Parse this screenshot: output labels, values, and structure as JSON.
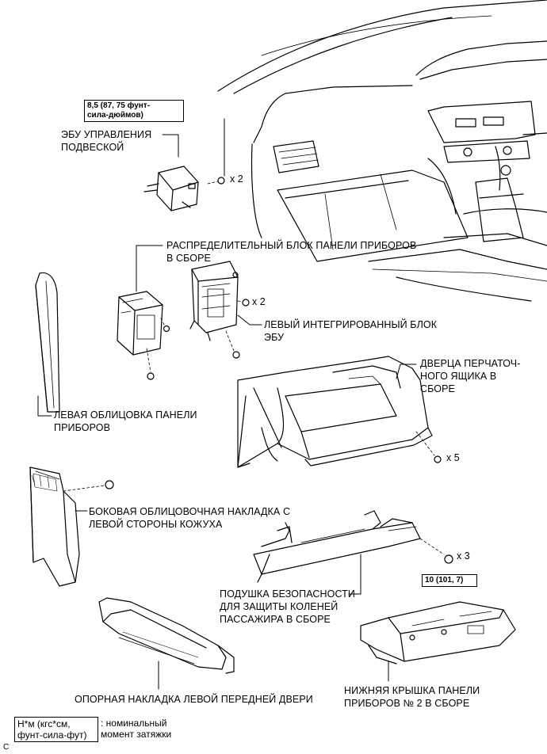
{
  "labels": {
    "suspension_ecu": "ЭБУ УПРАВЛЕНИЯ\nПОДВЕСКОЙ",
    "junction_block": "РАСПРЕДЕЛИТЕЛЬНЫЙ БЛОК ПАНЕЛИ ПРИБОРОВ\nВ СБОРЕ",
    "left_ecu": "ЛЕВЫЙ ИНТЕГРИРОВАННЫЙ БЛОК\nЭБУ",
    "glovebox_door": "ДВЕРЦА ПЕРЧАТОЧ-\nНОГО ЯЩИКА В\nСБОРЕ",
    "left_panel_trim": "ЛЕВАЯ ОБЛИЦОВКА ПАНЕЛИ\nПРИБОРОВ",
    "cowl_side_trim": "БОКОВАЯ ОБЛИЦОВОЧНАЯ НАКЛАДКА С\nЛЕВОЙ СТОРОНЫ КОЖУХА",
    "knee_airbag": "ПОДУШКА БЕЗОПАСНОСТИ\nДЛЯ ЗАЩИТЫ КОЛЕНЕЙ\nПАССАЖИРА В СБОРЕ",
    "scuff_plate": "ОПОРНАЯ НАКЛАДКА ЛЕВОЙ ПЕРЕДНЕЙ ДВЕРИ",
    "lower_cover": "НИЖНЯЯ КРЫШКА ПАНЕЛИ\nПРИБОРОВ № 2 В СБОРЕ"
  },
  "quantities": {
    "ecu_screws": "x 2",
    "ecu_block_screws": "x 2",
    "glovebox_screws": "x 5",
    "airbag_bolts": "x 3"
  },
  "torques": {
    "ecu_torque": "8,5 (87, 75 фунт-\nсила-дюймов)",
    "airbag_torque": "10 (101, 7)"
  },
  "legend": {
    "box": "Н*м (кгс*см,\nфунт-сила-фут)",
    "text": ": номинальный\nмомент затяжки"
  },
  "corner_mark": "C"
}
